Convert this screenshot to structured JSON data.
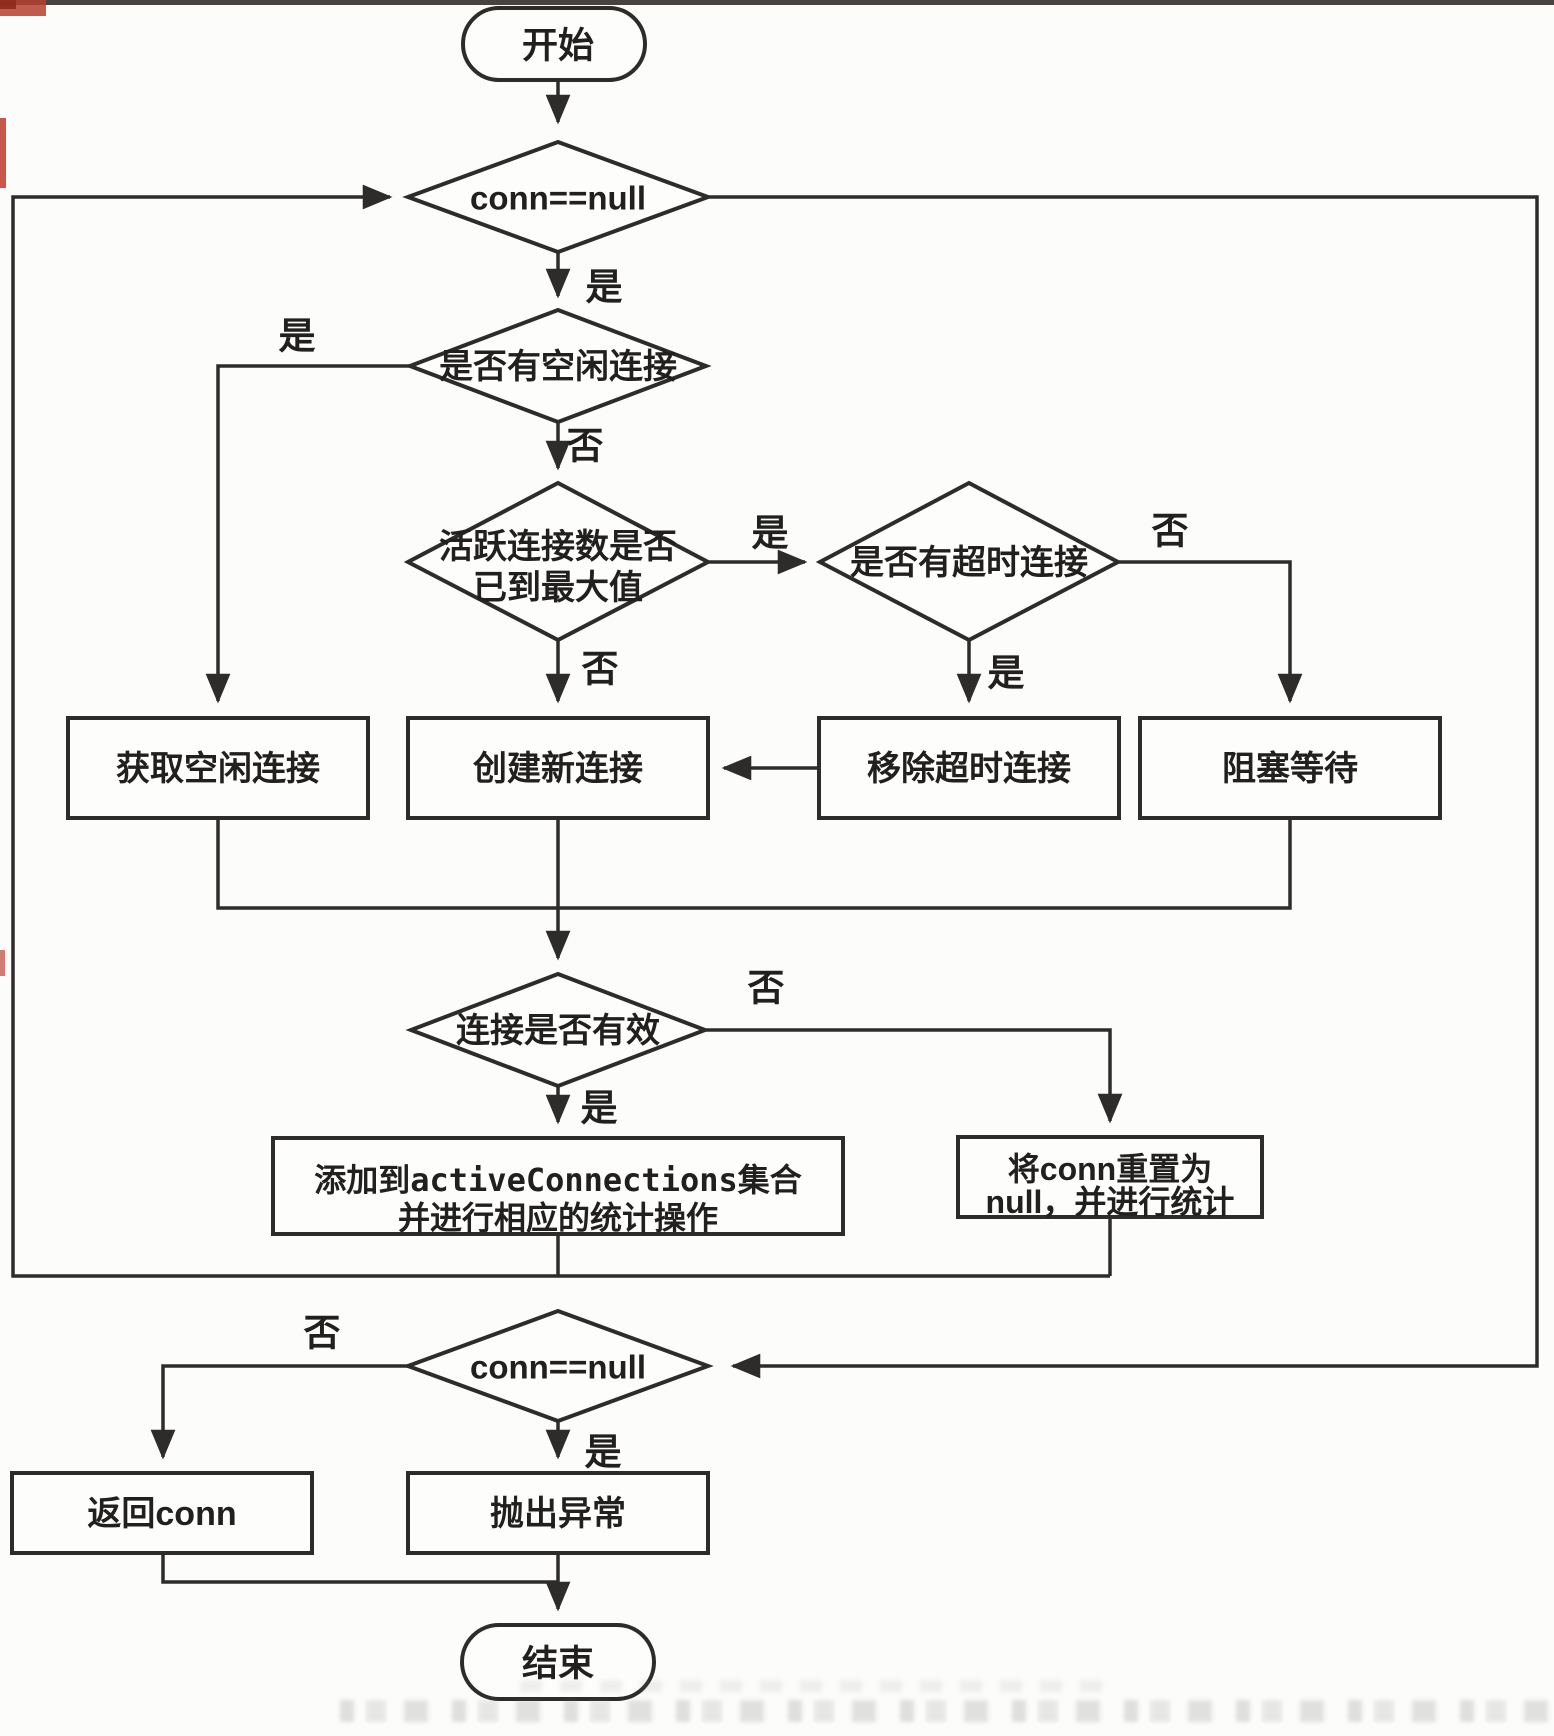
{
  "flowchart": {
    "nodes": {
      "start": {
        "label": "开始"
      },
      "check_null_1": {
        "label": "conn==null"
      },
      "has_idle": {
        "label": "是否有空闲连接"
      },
      "active_max": {
        "line1": "活跃连接数是否",
        "line2": "已到最大值"
      },
      "has_timeout": {
        "label": "是否有超时连接"
      },
      "get_idle": {
        "label": "获取空闲连接"
      },
      "create_new": {
        "label": "创建新连接"
      },
      "remove_timeout": {
        "label": "移除超时连接"
      },
      "block_wait": {
        "label": "阻塞等待"
      },
      "conn_valid": {
        "label": "连接是否有效"
      },
      "add_active": {
        "line1_prefix": "添加到",
        "line1_code": "activeConnections",
        "line1_suffix": "集合",
        "line2": "并进行相应的统计操作"
      },
      "reset_conn": {
        "line1": "将conn重置为",
        "line2": "null，并进行统计"
      },
      "check_null_2": {
        "label": "conn==null"
      },
      "return_conn": {
        "label": "返回conn"
      },
      "throw_exception": {
        "label": "抛出异常"
      },
      "end": {
        "label": "结束"
      }
    },
    "labels": {
      "yes": "是",
      "no": "否"
    },
    "colors": {
      "line": "#2e2c2a",
      "background": "#fcfcfa",
      "text": "#22201e",
      "artifact_red": "#b5402f"
    }
  }
}
